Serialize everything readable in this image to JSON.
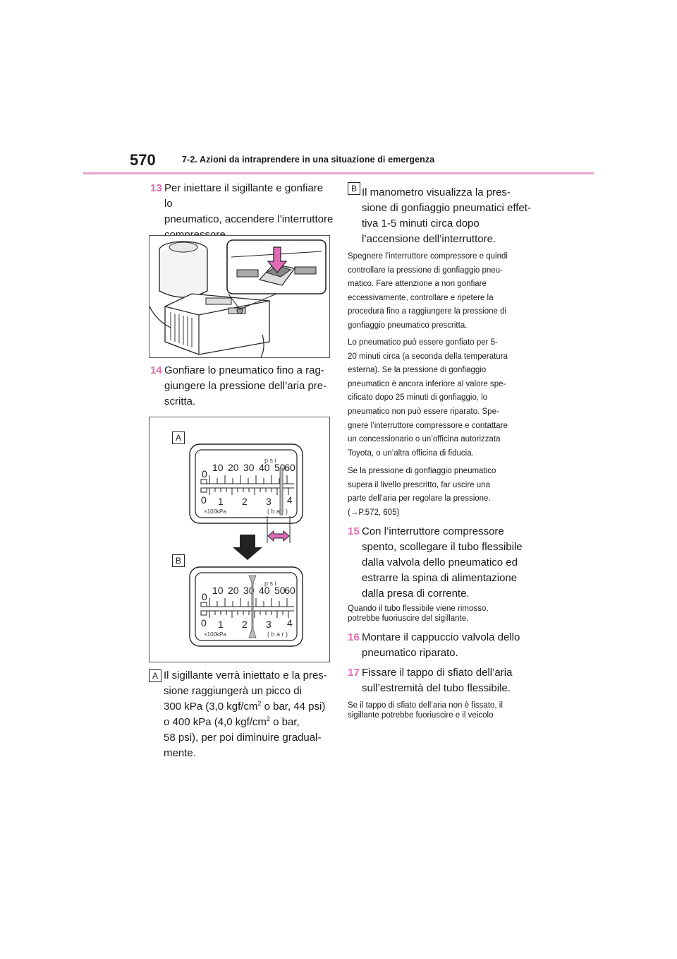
{
  "header": {
    "page_number": "570",
    "section_title": "7-2. Azioni da intraprendere in una situazione di emergenza"
  },
  "left": {
    "step13": {
      "num": "13",
      "lines": [
        "Per iniettare il sigillante e gonfiare lo",
        "pneumatico, accendere l’interruttore",
        "compressore."
      ]
    },
    "step14": {
      "num": "14",
      "lines": [
        "Gonfiare lo pneumatico fino a rag-",
        "giungere la pressione dell’aria pre-",
        "scritta."
      ]
    },
    "gauge": {
      "label_a": "A",
      "label_b": "B",
      "psi_unit": "p s i",
      "bar_unit": "( b a r )",
      "kpa_unit": "×100kPa",
      "psi_ticks": [
        "0",
        "10",
        "20",
        "30",
        "40",
        "50",
        "60"
      ],
      "bar_ticks": [
        "0",
        "1",
        "2",
        "3",
        "4"
      ]
    },
    "note_a": {
      "tag": "A",
      "l1": "Il sigillante verrà iniettato e la pres-",
      "l2": "sione raggiungerà un picco di",
      "l3a": "300 kPa (3,0 kgf/cm",
      "l3sup": "2",
      "l3b": " o bar, 44 psi)",
      "l4a": "o 400 kPa (4,0 kgf/cm",
      "l4sup": "2",
      "l4b": " o bar,",
      "l5": "58 psi), per poi diminuire gradual-",
      "l6": "mente."
    }
  },
  "right": {
    "note_b": {
      "tag": "B",
      "lines": [
        "Il manometro visualizza la pres-",
        "sione di gonfiaggio pneumatici effet-",
        "tiva 1-5 minuti circa dopo",
        "l’accensione dell’interruttore."
      ]
    },
    "para1": [
      "Spegnere l’interruttore compressore e quindi",
      "controllare la pressione di gonfiaggio pneu-",
      "matico. Fare attenzione a non gonfiare",
      "eccessivamente, controllare e ripetere la",
      "procedura fino a raggiungere la pressione di",
      "gonfiaggio pneumatico prescritta."
    ],
    "para2": [
      "Lo pneumatico può essere gonfiato per 5-",
      "20 minuti circa (a seconda della temperatura",
      "esterna). Se la pressione di gonfiaggio",
      "pneumatico è ancora inferiore al valore spe-",
      "cificato dopo 25 minuti di gonfiaggio, lo",
      "pneumatico non può essere riparato. Spe-",
      "gnere l’interruttore compressore e contattare",
      "un concessionario o un’officina autorizzata",
      "Toyota, o un’altra officina di fiducia."
    ],
    "para3": [
      "Se la pressione di gonfiaggio pneumatico",
      "supera il livello prescritto, far uscire una",
      "parte dell’aria per regolare la pressione.",
      "(→P.572, 605)"
    ],
    "step15": {
      "num": "15",
      "lines": [
        "Con l’interruttore compressore",
        "spento, scollegare il tubo flessibile",
        "dalla valvola dello pneumatico ed",
        "estrarre la spina di alimentazione",
        "dalla presa di corrente."
      ]
    },
    "note15": [
      "Quando il tubo flessibile viene rimosso,",
      "potrebbe fuoriuscire del sigillante."
    ],
    "step16": {
      "num": "16",
      "lines": [
        "Montare il cappuccio valvola dello",
        "pneumatico riparato."
      ]
    },
    "step17": {
      "num": "17",
      "lines": [
        "Fissare il tappo di sfiato dell’aria",
        "sull’estremità del tubo flessibile."
      ]
    },
    "note17": [
      "Se il tappo di sfiato dell’aria non è fissato, il",
      "sigillante potrebbe fuoriuscire e il veicolo"
    ]
  }
}
